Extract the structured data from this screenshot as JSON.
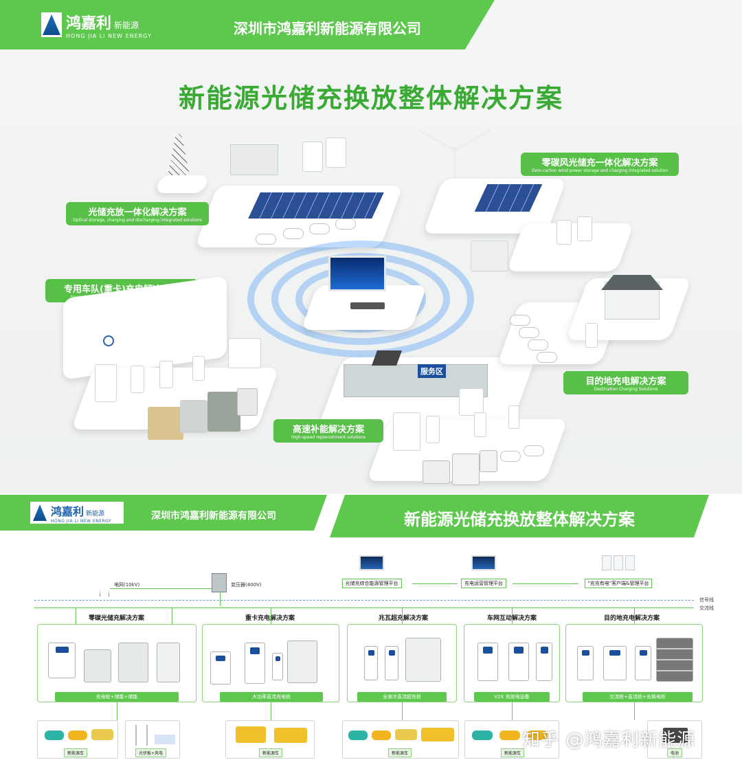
{
  "top": {
    "logo_cn": "鸿嘉利",
    "logo_sub": "新能源",
    "logo_en": "HONG JIA LI NEW ENERGY",
    "logo_mark": "鸿嘉利",
    "company": "深圳市鸿嘉利新能源有限公司",
    "title": "新能源光储充换放整体解决方案",
    "labels": {
      "storage": {
        "cn": "光储充放一体化解决方案",
        "en": "Optical storage, charging and discharging integrated solutions"
      },
      "wind": {
        "cn": "零碳风光储充一体化解决方案",
        "en": "Zero-carbon wind power storage and charging integrated solution"
      },
      "fleet": {
        "cn": "专用车队(重卡)充电解决方案",
        "en": "Specialized fleet (heavy truck) charging solutions"
      },
      "destination": {
        "cn": "目的地充电解决方案",
        "en": "Destination Charging Solutions"
      },
      "highway": {
        "cn": "高速补能解决方案",
        "en": "High-speed replenishment solutions"
      }
    },
    "service_sign": "服务区"
  },
  "bottom": {
    "logo_cn": "鸿嘉利",
    "logo_sub": "新能源",
    "logo_en": "HONG JIA LI NEW ENERGY",
    "company": "深圳市鸿嘉利新能源有限公司",
    "title": "新能源光储充换放整体解决方案",
    "grid_label": "电网(10kV)",
    "transformer_label": "变压器(400V)",
    "platforms": [
      "光储充综合能源管理平台",
      "充电运营管理平台",
      "\"充充有电\"客户端&管理平台"
    ],
    "signal_line": "信号线",
    "ac_line": "交流线",
    "solutions": [
      {
        "title": "零碳光储充解决方案",
        "foot": "充电桩+储能+储能"
      },
      {
        "title": "重卡充电解决方案",
        "foot": "大功率直流充电桩"
      },
      {
        "title": "兆瓦超充解决方案",
        "foot": "全液冷直流超充桩"
      },
      {
        "title": "车网互动解决方案",
        "foot": "V2X 充放电设备"
      },
      {
        "title": "目的地充电解决方案",
        "foot": "交流桩+直流桩+充换电柜"
      }
    ],
    "vehicle_tags": [
      "新能源车",
      "光伏板+风电",
      "新能源车",
      "新能源车",
      "新能源车",
      "电池"
    ],
    "watermark": "知乎 @鸿嘉利新能源"
  }
}
